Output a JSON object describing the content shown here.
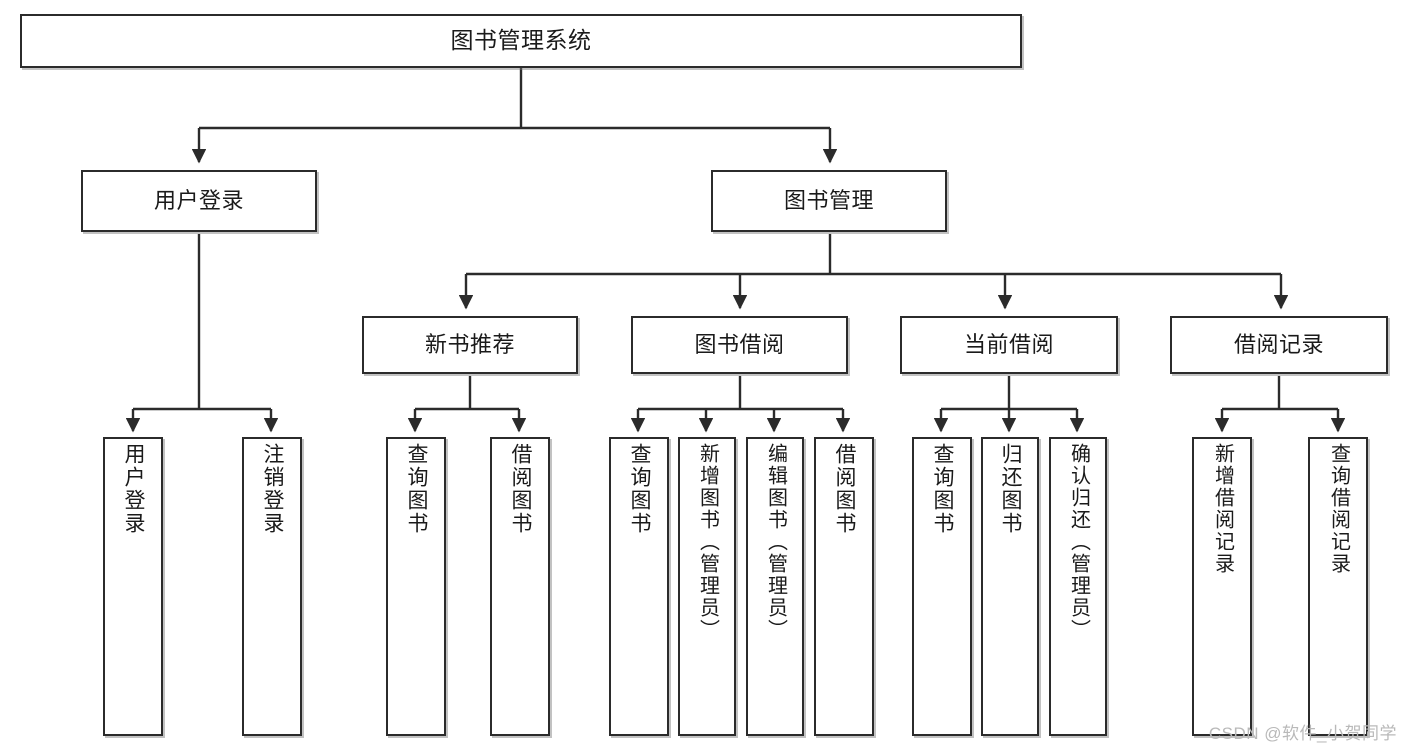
{
  "diagram": {
    "title": "图书管理系统",
    "type": "tree",
    "watermark": "CSDN @软件_小贺同学",
    "colors": {
      "box_border": "#2b2b2b",
      "box_fill": "#ffffff",
      "edge": "#2b2b2b",
      "text": "#1a1a1a",
      "watermark": "#b9b9b9",
      "background": "#ffffff"
    },
    "nodes": {
      "root": {
        "label": "图书管理系统"
      },
      "level2": [
        {
          "id": "user-login",
          "label": "用户登录"
        },
        {
          "id": "book-manage",
          "label": "图书管理"
        }
      ],
      "level3": [
        {
          "id": "new-book-recommend",
          "label": "新书推荐"
        },
        {
          "id": "book-borrow",
          "label": "图书借阅"
        },
        {
          "id": "current-borrow",
          "label": "当前借阅"
        },
        {
          "id": "borrow-record",
          "label": "借阅记录"
        }
      ],
      "leaves": {
        "user_login": [
          {
            "id": "leaf-user-login",
            "label": "用户登录"
          },
          {
            "id": "leaf-logout-login",
            "label": "注销登录"
          }
        ],
        "new_book_recommend": [
          {
            "id": "leaf-query-book-1",
            "label": "查询图书"
          },
          {
            "id": "leaf-borrow-book-1",
            "label": "借阅图书"
          }
        ],
        "book_borrow": [
          {
            "id": "leaf-query-book-2",
            "label": "查询图书"
          },
          {
            "id": "leaf-add-book",
            "label": "新增图书（管理员）"
          },
          {
            "id": "leaf-edit-book",
            "label": "编辑图书（管理员）"
          },
          {
            "id": "leaf-borrow-book-2",
            "label": "借阅图书"
          }
        ],
        "current_borrow": [
          {
            "id": "leaf-query-book-3",
            "label": "查询图书"
          },
          {
            "id": "leaf-return-book",
            "label": "归还图书"
          },
          {
            "id": "leaf-confirm-return",
            "label": "确认归还（管理员）"
          }
        ],
        "borrow_record": [
          {
            "id": "leaf-add-record",
            "label": "新增借阅记录"
          },
          {
            "id": "leaf-query-record",
            "label": "查询借阅记录"
          }
        ]
      }
    }
  }
}
